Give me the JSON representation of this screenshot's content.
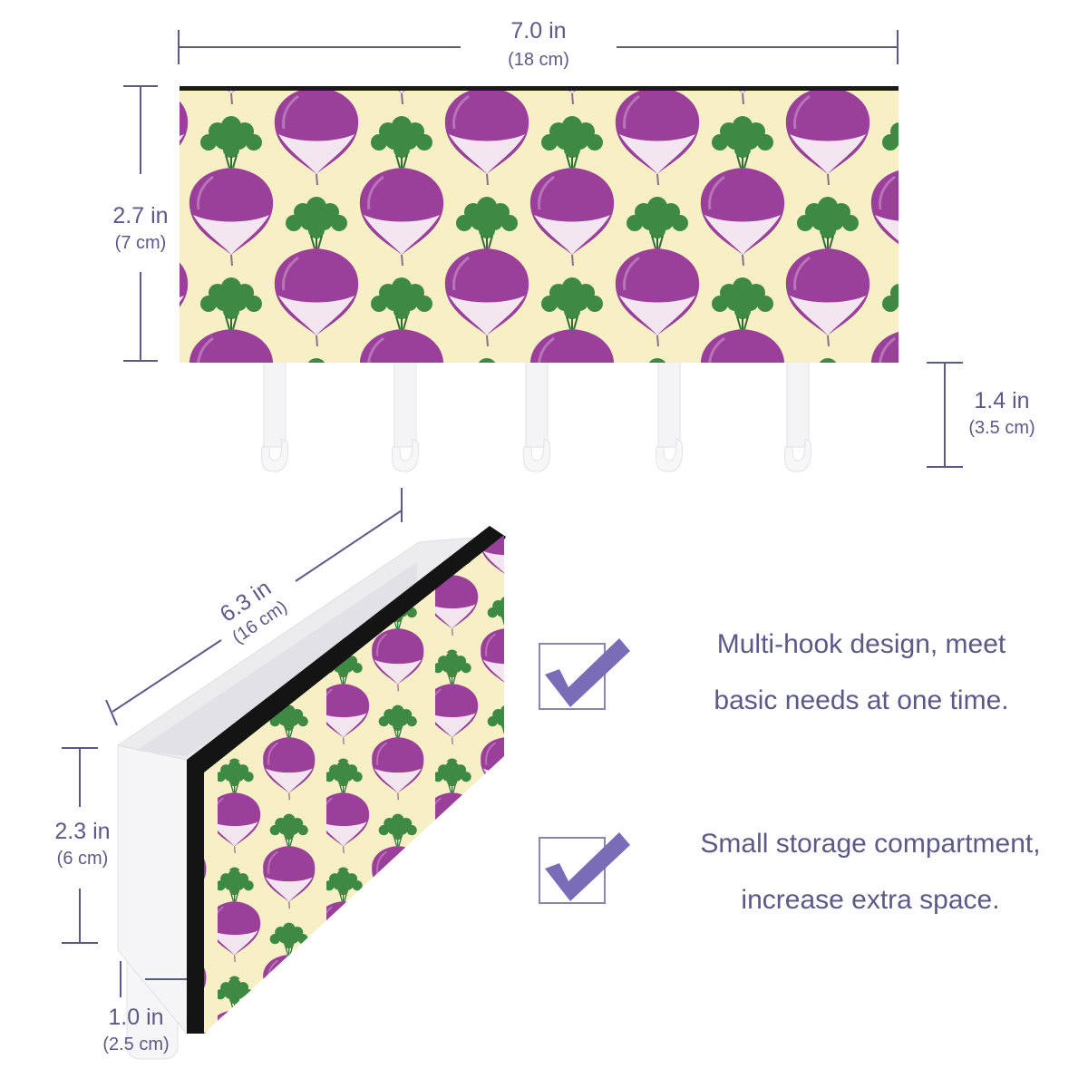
{
  "top_width": {
    "main": "7.0 in",
    "sub": "(18 cm)"
  },
  "top_height": {
    "main": "2.7 in",
    "sub": "(7 cm)"
  },
  "hook_length": {
    "main": "1.4 in",
    "sub": "(3.5 cm)"
  },
  "box_length": {
    "main": "6.3 in",
    "sub": "(16 cm)"
  },
  "box_height": {
    "main": "2.3 in",
    "sub": "(6 cm)"
  },
  "box_depth": {
    "main": "1.0 in",
    "sub": "(2.5 cm)"
  },
  "features": [
    {
      "line1": "Multi-hook design, meet",
      "line2": "basic needs at one time."
    },
    {
      "line1": "Small storage compartment,",
      "line2": "increase extra space."
    }
  ],
  "colors": {
    "pattern_background": "#f6f0c4",
    "turnip_purple": "#9a3f9a",
    "turnip_light": "#f3e6f1",
    "leaf_green": "#3e8a45",
    "dimension_ink": "#5b5a86",
    "check_mark": "#7b6cb8"
  },
  "icons": [
    "check-box-icon",
    "check-box-icon"
  ]
}
